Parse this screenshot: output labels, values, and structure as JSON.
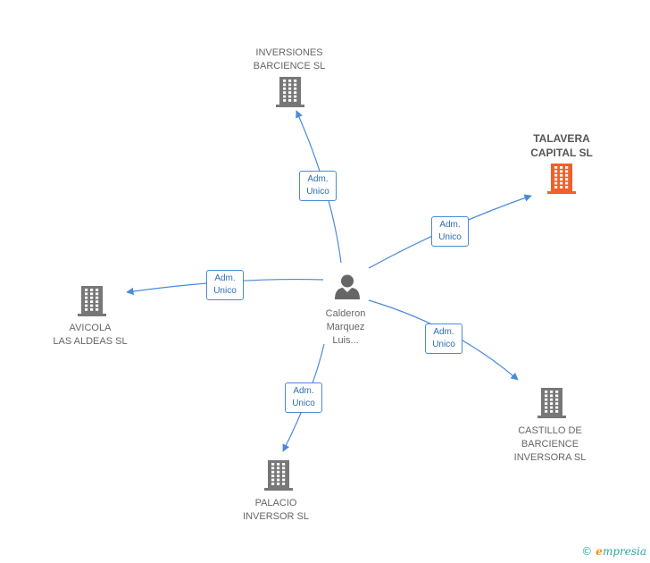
{
  "center": {
    "lines": [
      "Calderon",
      "Marquez",
      "Luis..."
    ],
    "icon": "person-icon"
  },
  "companies": [
    {
      "id": "inversiones",
      "lines": [
        "INVERSIONES",
        "BARCIENCE SL"
      ],
      "highlight": false,
      "icon": "building-icon"
    },
    {
      "id": "talavera",
      "lines": [
        "TALAVERA",
        "CAPITAL SL"
      ],
      "highlight": true,
      "icon": "building-icon"
    },
    {
      "id": "avicola",
      "lines": [
        "AVICOLA",
        "LAS ALDEAS SL"
      ],
      "highlight": false,
      "icon": "building-icon"
    },
    {
      "id": "castillo",
      "lines": [
        "CASTILLO DE",
        "BARCIENCE",
        "INVERSORA SL"
      ],
      "highlight": false,
      "icon": "building-icon"
    },
    {
      "id": "palacio",
      "lines": [
        "PALACIO",
        "INVERSOR SL"
      ],
      "highlight": false,
      "icon": "building-icon"
    }
  ],
  "edge_label": [
    "Adm.",
    "Unico"
  ],
  "colors": {
    "edge": "#4a8ad8",
    "building": "#777777",
    "building_highlight": "#f0602a",
    "person": "#666666"
  },
  "footer": {
    "copyright": "©",
    "brand_initial": "e",
    "brand_rest": "mpresia"
  }
}
